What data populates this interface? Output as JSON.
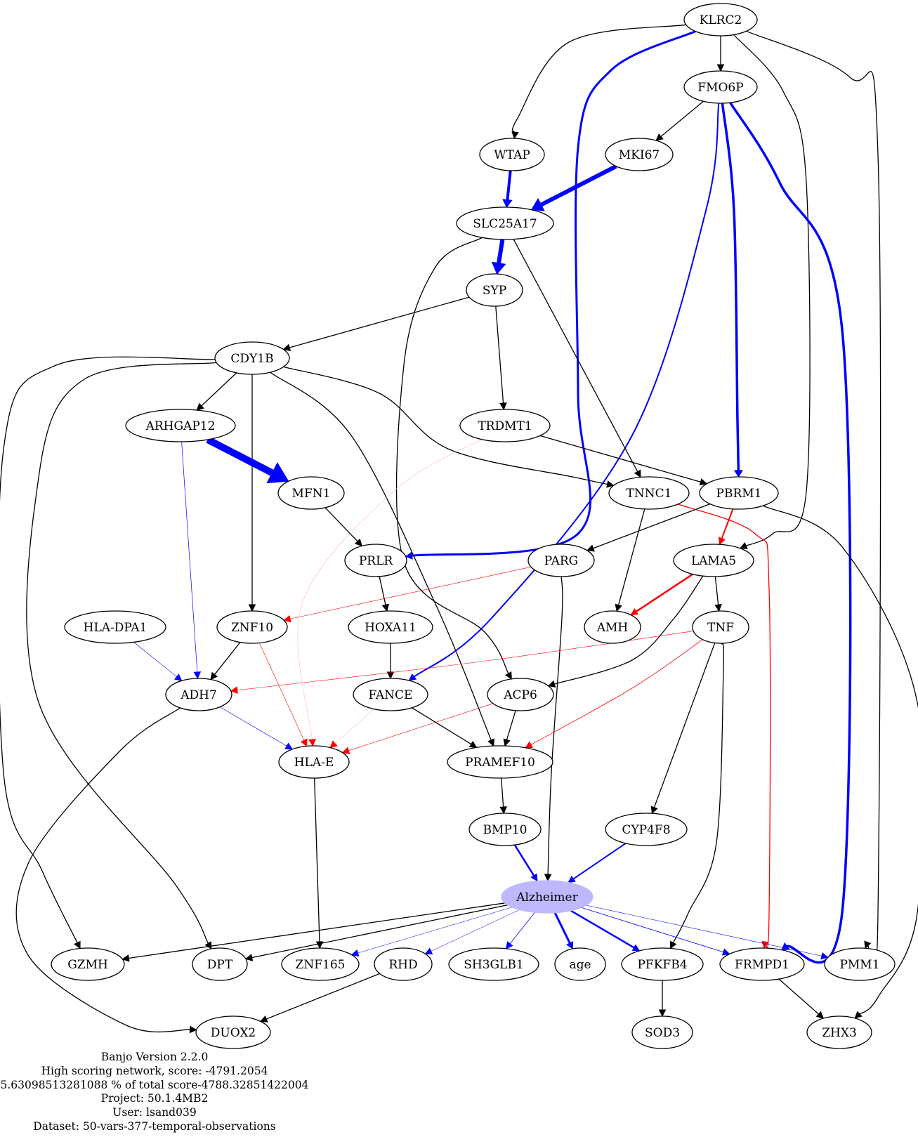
{
  "colors": {
    "black": "#000000",
    "blue": "#0000ff",
    "red": "#ff0000",
    "faint_blue": "#b0b0ff",
    "faint_red": "#ffb8b8",
    "highlight_fill": "#c0b8ff"
  },
  "nodes": [
    {
      "id": "KLRC2",
      "label": "KLRC2"
    },
    {
      "id": "FMO6P",
      "label": "FMO6P"
    },
    {
      "id": "WTAP",
      "label": "WTAP"
    },
    {
      "id": "MKI67",
      "label": "MKI67"
    },
    {
      "id": "SLC25A17",
      "label": "SLC25A17"
    },
    {
      "id": "SYP",
      "label": "SYP"
    },
    {
      "id": "CDY1B",
      "label": "CDY1B"
    },
    {
      "id": "ARHGAP12",
      "label": "ARHGAP12"
    },
    {
      "id": "TRDMT1",
      "label": "TRDMT1"
    },
    {
      "id": "MFN1",
      "label": "MFN1"
    },
    {
      "id": "TNNC1",
      "label": "TNNC1"
    },
    {
      "id": "PBRM1",
      "label": "PBRM1"
    },
    {
      "id": "PRLR",
      "label": "PRLR"
    },
    {
      "id": "PARG",
      "label": "PARG"
    },
    {
      "id": "LAMA5",
      "label": "LAMA5"
    },
    {
      "id": "HLA-DPA1",
      "label": "HLA-DPA1"
    },
    {
      "id": "ZNF10",
      "label": "ZNF10"
    },
    {
      "id": "HOXA11",
      "label": "HOXA11"
    },
    {
      "id": "AMH",
      "label": "AMH"
    },
    {
      "id": "TNF",
      "label": "TNF"
    },
    {
      "id": "ADH7",
      "label": "ADH7"
    },
    {
      "id": "FANCE",
      "label": "FANCE"
    },
    {
      "id": "ACP6",
      "label": "ACP6"
    },
    {
      "id": "HLA-E",
      "label": "HLA-E"
    },
    {
      "id": "PRAMEF10",
      "label": "PRAMEF10"
    },
    {
      "id": "BMP10",
      "label": "BMP10"
    },
    {
      "id": "CYP4F8",
      "label": "CYP4F8"
    },
    {
      "id": "Alzheimer",
      "label": "Alzheimer",
      "highlight": true
    },
    {
      "id": "GZMH",
      "label": "GZMH"
    },
    {
      "id": "DPT",
      "label": "DPT"
    },
    {
      "id": "ZNF165",
      "label": "ZNF165"
    },
    {
      "id": "RHD",
      "label": "RHD"
    },
    {
      "id": "SH3GLB1",
      "label": "SH3GLB1"
    },
    {
      "id": "age",
      "label": "age"
    },
    {
      "id": "PFKFB4",
      "label": "PFKFB4"
    },
    {
      "id": "FRMPD1",
      "label": "FRMPD1"
    },
    {
      "id": "PMM1",
      "label": "PMM1"
    },
    {
      "id": "DUOX2",
      "label": "DUOX2"
    },
    {
      "id": "SOD3",
      "label": "SOD3"
    },
    {
      "id": "ZHX3",
      "label": "ZHX3"
    }
  ],
  "edges": [
    {
      "from": "KLRC2",
      "to": "FMO6P",
      "color": "black",
      "weight": 1.3
    },
    {
      "from": "KLRC2",
      "to": "WTAP",
      "color": "black",
      "weight": 1.3
    },
    {
      "from": "KLRC2",
      "to": "PRLR",
      "color": "blue",
      "weight": 3
    },
    {
      "from": "KLRC2",
      "to": "LAMA5",
      "color": "black",
      "weight": 1.3
    },
    {
      "from": "KLRC2",
      "to": "PMM1",
      "color": "black",
      "weight": 1.3
    },
    {
      "from": "FMO6P",
      "to": "MKI67",
      "color": "black",
      "weight": 1.3
    },
    {
      "from": "FMO6P",
      "to": "FANCE",
      "color": "blue",
      "weight": 2
    },
    {
      "from": "FMO6P",
      "to": "PBRM1",
      "color": "blue",
      "weight": 3.5
    },
    {
      "from": "FMO6P",
      "to": "FRMPD1",
      "color": "blue",
      "weight": 3.5
    },
    {
      "from": "WTAP",
      "to": "SLC25A17",
      "color": "blue",
      "weight": 4
    },
    {
      "from": "MKI67",
      "to": "SLC25A17",
      "color": "blue",
      "weight": 6
    },
    {
      "from": "SLC25A17",
      "to": "SYP",
      "color": "blue",
      "weight": 6
    },
    {
      "from": "SLC25A17",
      "to": "ACP6",
      "color": "black",
      "weight": 1.3
    },
    {
      "from": "SLC25A17",
      "to": "TNNC1",
      "color": "black",
      "weight": 1.3
    },
    {
      "from": "SYP",
      "to": "CDY1B",
      "color": "black",
      "weight": 1.3
    },
    {
      "from": "SYP",
      "to": "TRDMT1",
      "color": "black",
      "weight": 1.3
    },
    {
      "from": "CDY1B",
      "to": "ARHGAP12",
      "color": "black",
      "weight": 1.3
    },
    {
      "from": "CDY1B",
      "to": "ZNF10",
      "color": "black",
      "weight": 1.3
    },
    {
      "from": "CDY1B",
      "to": "PRAMEF10",
      "color": "black",
      "weight": 1.3
    },
    {
      "from": "CDY1B",
      "to": "TNNC1",
      "color": "black",
      "weight": 1.3
    },
    {
      "from": "CDY1B",
      "to": "GZMH",
      "color": "black",
      "weight": 1.3
    },
    {
      "from": "CDY1B",
      "to": "DPT",
      "color": "black",
      "weight": 1.3
    },
    {
      "from": "ARHGAP12",
      "to": "MFN1",
      "color": "blue",
      "weight": 10
    },
    {
      "from": "ARHGAP12",
      "to": "ADH7",
      "color": "blue",
      "weight": 0.7
    },
    {
      "from": "TRDMT1",
      "to": "PBRM1",
      "color": "black",
      "weight": 1.3
    },
    {
      "from": "TRDMT1",
      "to": "HLA-E",
      "color": "faint_red",
      "weight": 0.6
    },
    {
      "from": "MFN1",
      "to": "PRLR",
      "color": "black",
      "weight": 1.3
    },
    {
      "from": "TNNC1",
      "to": "AMH",
      "color": "black",
      "weight": 1.3
    },
    {
      "from": "TNNC1",
      "to": "FRMPD1",
      "color": "red",
      "weight": 1.3
    },
    {
      "from": "PBRM1",
      "to": "LAMA5",
      "color": "red",
      "weight": 2
    },
    {
      "from": "PBRM1",
      "to": "PARG",
      "color": "black",
      "weight": 1.3
    },
    {
      "from": "PBRM1",
      "to": "ZHX3",
      "color": "black",
      "weight": 1.3
    },
    {
      "from": "PRLR",
      "to": "HOXA11",
      "color": "black",
      "weight": 1.3
    },
    {
      "from": "PARG",
      "to": "ZNF10",
      "color": "red",
      "weight": 0.6
    },
    {
      "from": "PARG",
      "to": "Alzheimer",
      "color": "black",
      "weight": 1.3
    },
    {
      "from": "LAMA5",
      "to": "AMH",
      "color": "red",
      "weight": 2.5
    },
    {
      "from": "LAMA5",
      "to": "TNF",
      "color": "black",
      "weight": 1.3
    },
    {
      "from": "LAMA5",
      "to": "ACP6",
      "color": "black",
      "weight": 1.3
    },
    {
      "from": "HLA-DPA1",
      "to": "ADH7",
      "color": "blue",
      "weight": 0.6
    },
    {
      "from": "ZNF10",
      "to": "ADH7",
      "color": "black",
      "weight": 1.3
    },
    {
      "from": "ZNF10",
      "to": "HLA-E",
      "color": "red",
      "weight": 0.6
    },
    {
      "from": "HOXA11",
      "to": "FANCE",
      "color": "black",
      "weight": 1.3
    },
    {
      "from": "TNF",
      "to": "ADH7",
      "color": "red",
      "weight": 0.6
    },
    {
      "from": "TNF",
      "to": "PRAMEF10",
      "color": "red",
      "weight": 0.8
    },
    {
      "from": "TNF",
      "to": "CYP4F8",
      "color": "black",
      "weight": 1.3
    },
    {
      "from": "TNF",
      "to": "PFKFB4",
      "color": "black",
      "weight": 1.3
    },
    {
      "from": "ADH7",
      "to": "HLA-E",
      "color": "blue",
      "weight": 0.6
    },
    {
      "from": "ADH7",
      "to": "DUOX2",
      "color": "black",
      "weight": 1.3
    },
    {
      "from": "FANCE",
      "to": "PRAMEF10",
      "color": "black",
      "weight": 1.3
    },
    {
      "from": "FANCE",
      "to": "HLA-E",
      "color": "faint_red",
      "weight": 0.6
    },
    {
      "from": "ACP6",
      "to": "PRAMEF10",
      "color": "black",
      "weight": 1.3
    },
    {
      "from": "ACP6",
      "to": "HLA-E",
      "color": "red",
      "weight": 0.6
    },
    {
      "from": "HLA-E",
      "to": "ZNF165",
      "color": "black",
      "weight": 1.3
    },
    {
      "from": "PRAMEF10",
      "to": "BMP10",
      "color": "black",
      "weight": 1.3
    },
    {
      "from": "BMP10",
      "to": "Alzheimer",
      "color": "blue",
      "weight": 2.5
    },
    {
      "from": "CYP4F8",
      "to": "Alzheimer",
      "color": "blue",
      "weight": 2
    },
    {
      "from": "Alzheimer",
      "to": "GZMH",
      "color": "black",
      "weight": 1.3
    },
    {
      "from": "Alzheimer",
      "to": "DPT",
      "color": "black",
      "weight": 1.3
    },
    {
      "from": "Alzheimer",
      "to": "ZNF165",
      "color": "blue",
      "weight": 0.5
    },
    {
      "from": "Alzheimer",
      "to": "RHD",
      "color": "blue",
      "weight": 0.5
    },
    {
      "from": "Alzheimer",
      "to": "SH3GLB1",
      "color": "blue",
      "weight": 0.8
    },
    {
      "from": "Alzheimer",
      "to": "age",
      "color": "blue",
      "weight": 3
    },
    {
      "from": "Alzheimer",
      "to": "PFKFB4",
      "color": "blue",
      "weight": 2.5
    },
    {
      "from": "Alzheimer",
      "to": "FRMPD1",
      "color": "blue",
      "weight": 0.8
    },
    {
      "from": "Alzheimer",
      "to": "PMM1",
      "color": "blue",
      "weight": 0.6
    },
    {
      "from": "RHD",
      "to": "DUOX2",
      "color": "black",
      "weight": 1.3
    },
    {
      "from": "PFKFB4",
      "to": "SOD3",
      "color": "black",
      "weight": 1.3
    },
    {
      "from": "FRMPD1",
      "to": "ZHX3",
      "color": "black",
      "weight": 1.3
    }
  ],
  "footer": {
    "version": "Banjo Version 2.2.0",
    "network": "High scoring network, score: -4791.2054",
    "percent": "5.63098513281088 % of total score-4788.32851422004",
    "project": "Project: 50.1.4MB2",
    "user": "User: lsand039",
    "dataset": "Dataset: 50-vars-377-temporal-observations"
  }
}
